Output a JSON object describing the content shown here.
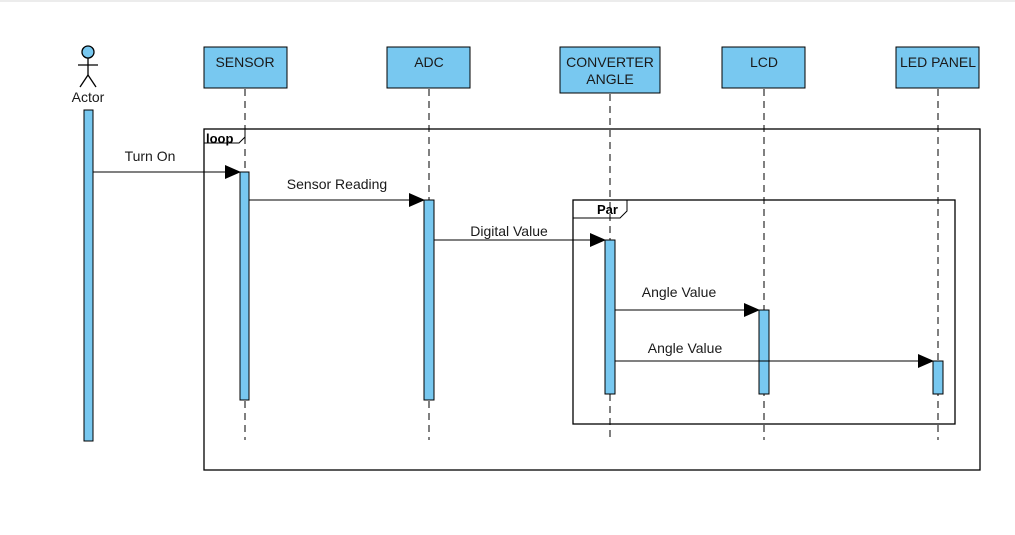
{
  "diagram": {
    "actor": {
      "label": "Actor"
    },
    "participants": [
      {
        "id": "sensor",
        "line1": "SENSOR",
        "line2": ""
      },
      {
        "id": "adc",
        "line1": "ADC",
        "line2": ""
      },
      {
        "id": "converter",
        "line1": "CONVERTER",
        "line2": "ANGLE"
      },
      {
        "id": "lcd",
        "line1": "LCD",
        "line2": ""
      },
      {
        "id": "led",
        "line1": "LED PANEL",
        "line2": ""
      }
    ],
    "frames": {
      "loop": {
        "label": "loop"
      },
      "par": {
        "label": "Par"
      }
    },
    "messages": [
      {
        "label": "Turn On"
      },
      {
        "label": "Sensor Reading"
      },
      {
        "label": "Digital Value"
      },
      {
        "label": "Angle Value"
      },
      {
        "label": "Angle Value"
      }
    ],
    "colors": {
      "participant_fill": "#78c8f0",
      "activation_fill": "#78c8f0",
      "stroke": "#000000"
    }
  }
}
